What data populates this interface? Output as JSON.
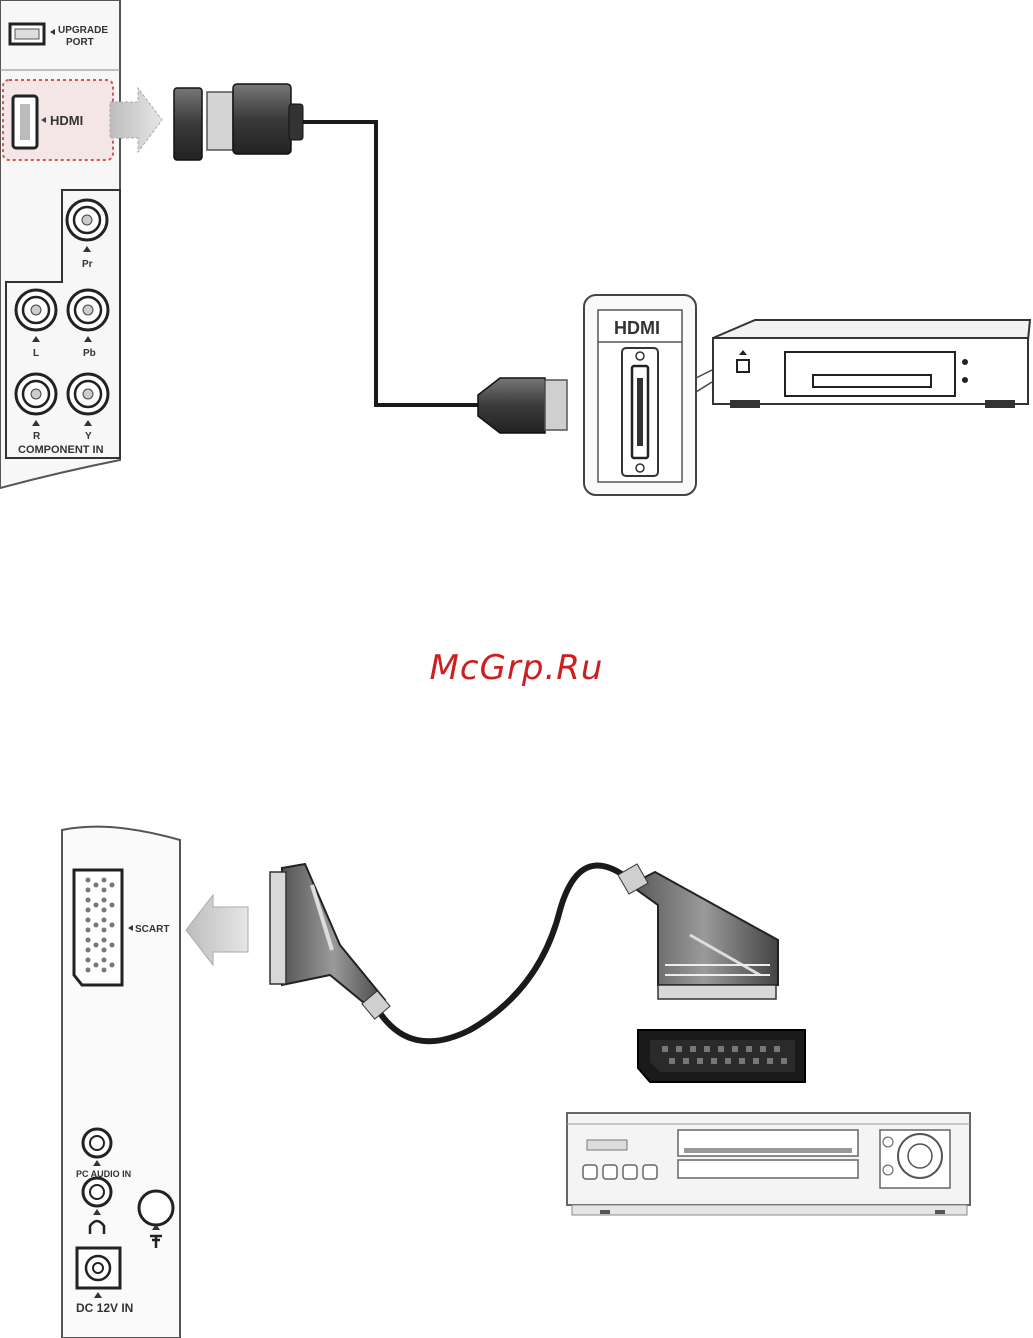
{
  "watermark": "McGrp.Ru",
  "top_panel": {
    "upgrade_port_line1": "UPGRADE",
    "upgrade_port_line2": "PORT",
    "hdmi_port_label": "HDMI",
    "pr_label": "Pr",
    "pb_label": "Pb",
    "y_label": "Y",
    "l_label": "L",
    "r_label": "R",
    "component_in_label": "COMPONENT IN"
  },
  "hdmi_device": {
    "inset_label": "HDMI"
  },
  "bottom_panel": {
    "scart_label": "SCART",
    "pc_audio_label": "PC AUDIO IN",
    "dc_in_label": "DC 12V IN"
  },
  "colors": {
    "hdmi_highlight": "#d9534f",
    "arrow_fill": "#c8c8c8",
    "watermark": "#cc1f1f"
  }
}
